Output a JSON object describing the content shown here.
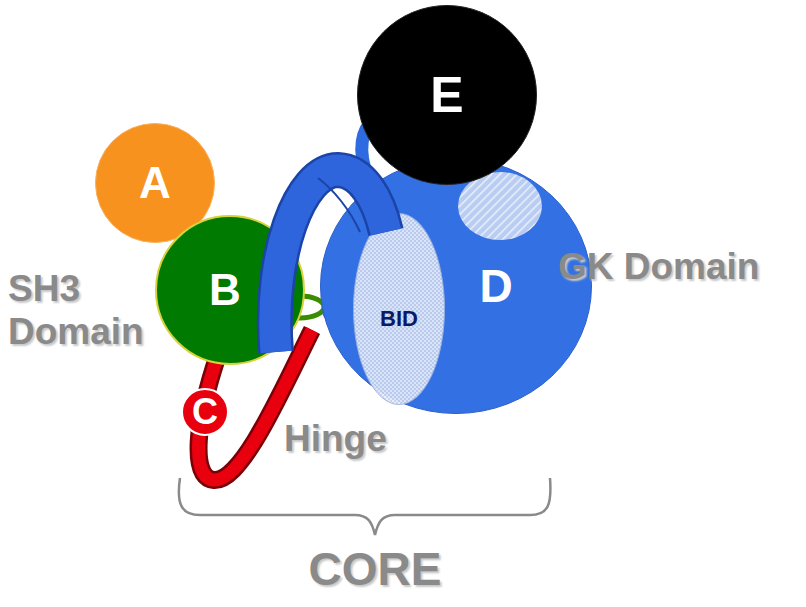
{
  "diagram": {
    "nodes": [
      {
        "text": [
          "A"
        ]
      },
      {
        "text": [
          "B"
        ]
      },
      {
        "text": [
          "C"
        ]
      },
      {
        "text": [
          "D"
        ]
      },
      {
        "text": [
          "BID"
        ],
        "in": 3
      },
      {
        "text": [
          "E"
        ]
      }
    ],
    "labels": [
      "SH3 Domain",
      "GK Domain",
      "Hinge",
      "CORE"
    ]
  }
}
